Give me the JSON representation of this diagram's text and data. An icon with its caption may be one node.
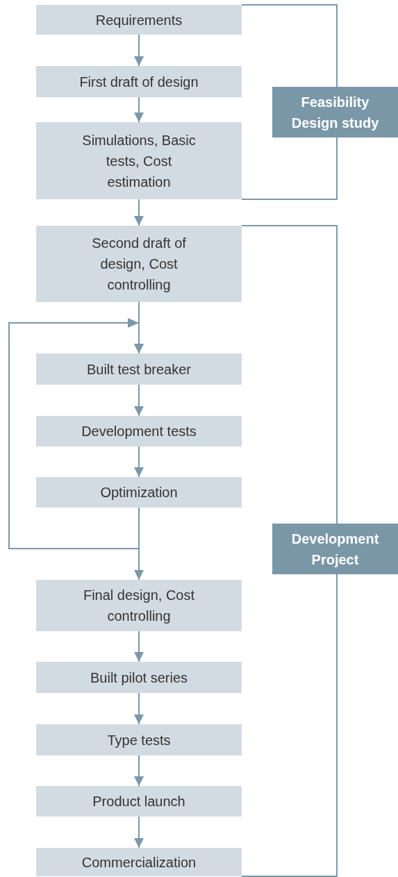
{
  "diagram": {
    "nodes": [
      {
        "text": [
          "Requirements"
        ]
      },
      {
        "text": [
          "First draft of design"
        ]
      },
      {
        "text": [
          "Simulations, Basic tests, Cost estimation"
        ]
      },
      {
        "text": [
          "Second draft of design, Cost controlling"
        ]
      },
      {
        "text": [
          "Built test breaker"
        ]
      },
      {
        "text": [
          "Development tests"
        ]
      },
      {
        "text": [
          "Optimization"
        ]
      },
      {
        "text": [
          "Final design, Cost controlling"
        ]
      },
      {
        "text": [
          "Built pilot series"
        ]
      },
      {
        "text": [
          "Type tests"
        ]
      },
      {
        "text": [
          "Product launch"
        ]
      },
      {
        "text": [
          "Commercialization"
        ]
      },
      {
        "text": [
          "Feasibility Design study"
        ]
      },
      {
        "text": [
          "Development Project"
        ]
      }
    ],
    "edges": [
      {
        "from": 0,
        "to": 1,
        "arrow": "to"
      },
      {
        "from": 1,
        "to": 2,
        "arrow": "to"
      },
      {
        "from": 2,
        "to": 3,
        "arrow": "to"
      },
      {
        "from": 3,
        "to": 4,
        "arrow": "to"
      },
      {
        "from": 4,
        "to": 5,
        "arrow": "to"
      },
      {
        "from": 5,
        "to": 6,
        "arrow": "to"
      },
      {
        "from": 6,
        "to": 7,
        "arrow": "to"
      },
      {
        "from": 6,
        "to": 4,
        "arrow": "to"
      },
      {
        "from": 7,
        "to": 8,
        "arrow": "to"
      },
      {
        "from": 8,
        "to": 9,
        "arrow": "to"
      },
      {
        "from": 9,
        "to": 10,
        "arrow": "to"
      },
      {
        "from": 10,
        "to": 11,
        "arrow": "to"
      }
    ]
  }
}
